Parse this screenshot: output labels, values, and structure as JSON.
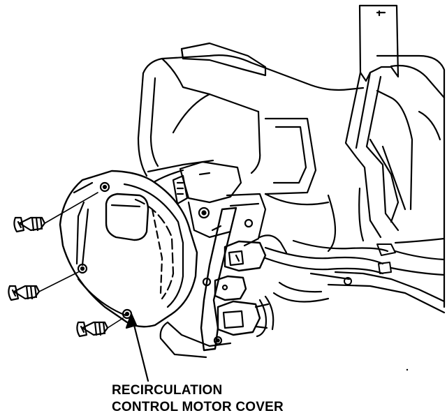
{
  "caption": {
    "line1": "RECIRCULATION",
    "line2": "CONTROL MOTOR COVER"
  },
  "colors": {
    "ink": "#000000",
    "paper": "#ffffff"
  },
  "parts": {
    "screw_count": 3
  }
}
